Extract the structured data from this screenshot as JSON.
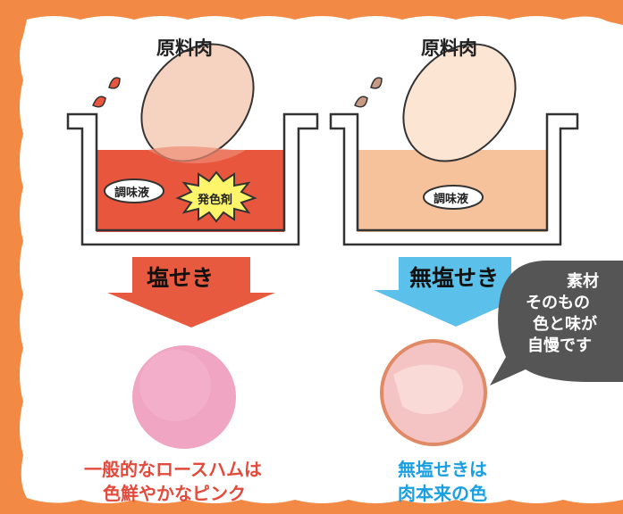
{
  "left_panel": {
    "title": "原料肉",
    "liquid_label": "調味液",
    "agent_label": "発色剤",
    "arrow_label": "塩せき",
    "caption_line1": "一般的なロースハムは",
    "caption_line2": "色鮮やかなピンク",
    "liquid_color": "#e8563e",
    "arrow_color": "#e85a3f",
    "meat_color": "#f0a5c2"
  },
  "right_panel": {
    "title": "原料肉",
    "liquid_label": "調味液",
    "arrow_label": "無塩せき",
    "caption_line1": "無塩せきは",
    "caption_line2": "肉本来の色",
    "liquid_color": "#f6c29c",
    "arrow_color": "#5bc0ea",
    "meat_color": "#f4c3c4"
  },
  "speech_bubble": {
    "lines": [
      "素材",
      "そのもの",
      "色と味が",
      "自慢です"
    ],
    "color": "#555555"
  },
  "colors": {
    "background_border": "#f28a45",
    "panel": "#ffffff",
    "caption_red": "#e34a3c",
    "caption_blue": "#1aa0e0"
  }
}
